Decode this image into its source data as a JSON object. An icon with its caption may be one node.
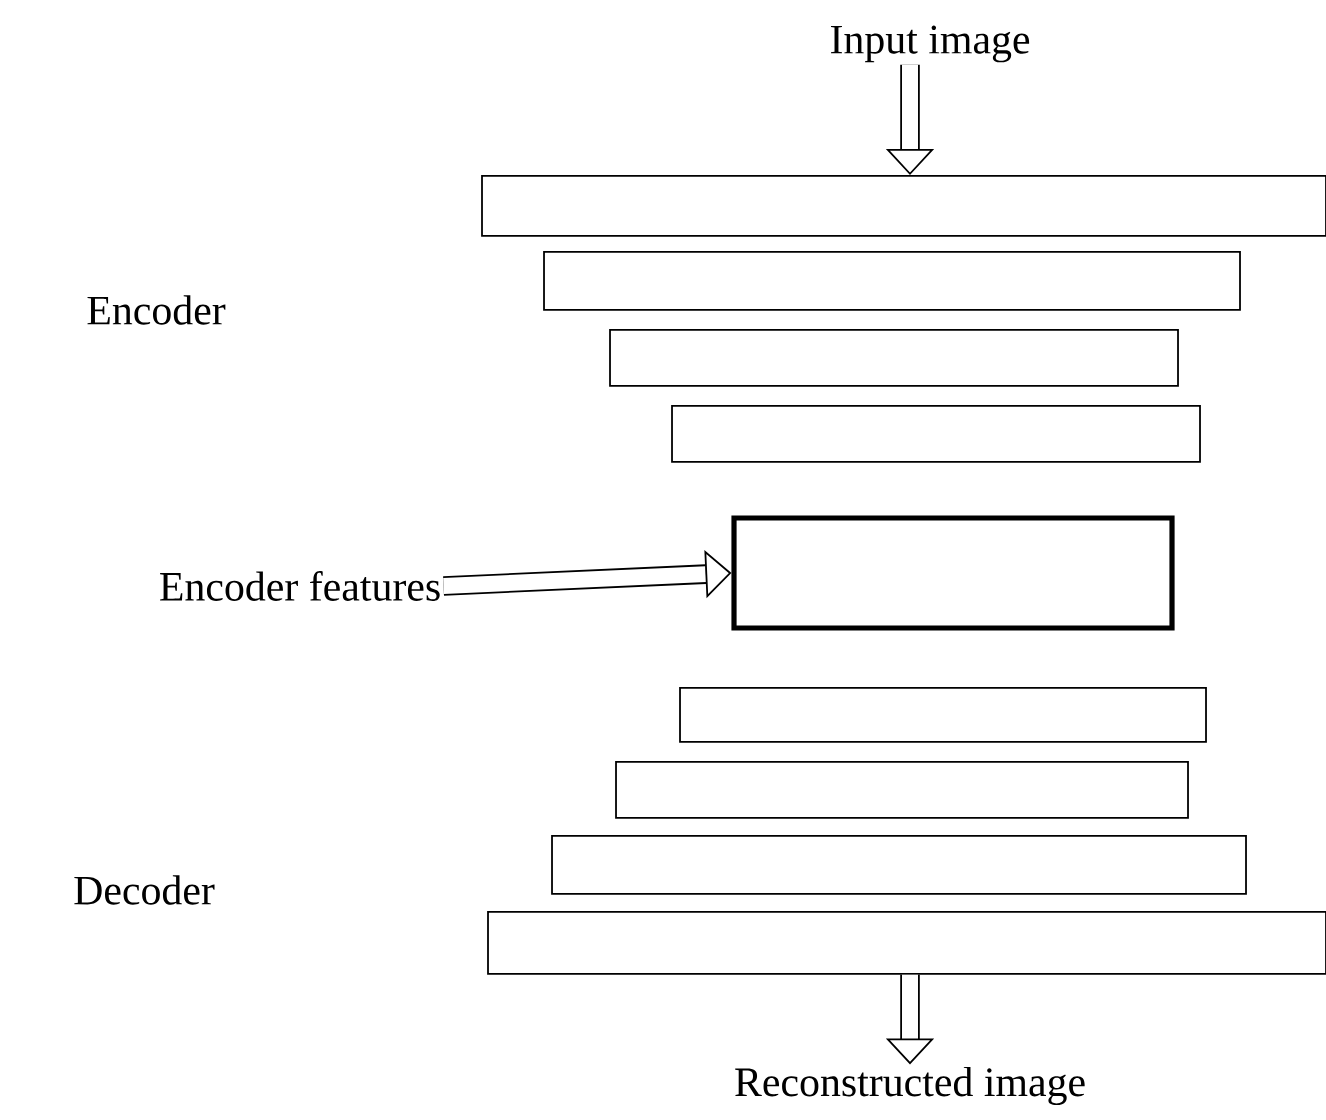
{
  "diagram": {
    "nodes": [
      {
        "text": [
          "Input image"
        ]
      },
      {
        "text": [],
        "shape": "bar"
      },
      {
        "text": [],
        "shape": "bar"
      },
      {
        "text": [],
        "shape": "bar"
      },
      {
        "text": [],
        "shape": "bar"
      },
      {
        "text": [
          "Encoder features"
        ]
      },
      {
        "text": [],
        "shape": "box"
      },
      {
        "text": [],
        "shape": "bar"
      },
      {
        "text": [],
        "shape": "bar"
      },
      {
        "text": [],
        "shape": "bar"
      },
      {
        "text": [],
        "shape": "bar"
      },
      {
        "text": [
          "Reconstructed image"
        ]
      }
    ],
    "edges": [
      {
        "from": 0,
        "to": 1,
        "arrow": "to"
      },
      {
        "from": 5,
        "to": 6,
        "arrow": "to"
      },
      {
        "from": 10,
        "to": 11,
        "arrow": "to"
      }
    ],
    "labels": [
      "Encoder",
      "Decoder"
    ]
  }
}
